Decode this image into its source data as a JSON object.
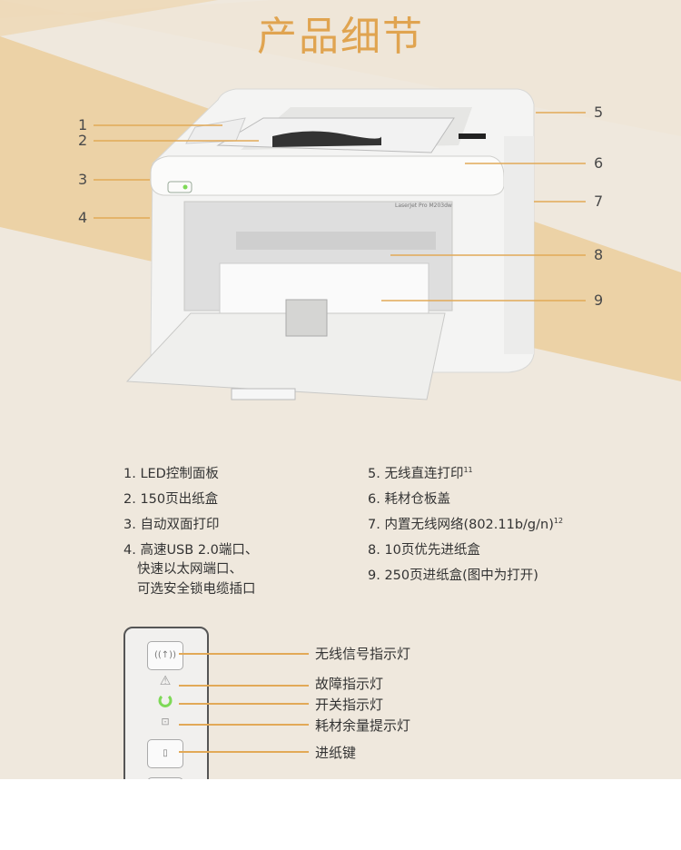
{
  "title": "产品细节",
  "printer": {
    "model_label": "LaserJet Pro M203dw"
  },
  "callout_numbers": [
    "1",
    "2",
    "3",
    "4",
    "5",
    "6",
    "7",
    "8",
    "9"
  ],
  "features_left": [
    {
      "text": "1. LED控制面板"
    },
    {
      "text": "2. 150页出纸盒"
    },
    {
      "text": "3. 自动双面打印"
    },
    {
      "text": "4. 高速USB 2.0端口、",
      "cont": [
        "快速以太网端口、",
        "可选安全锁电缆插口"
      ]
    }
  ],
  "features_right": [
    {
      "text": "5. 无线直连打印",
      "sup": "11"
    },
    {
      "text": "6. 耗材仓板盖"
    },
    {
      "text": "7. 内置无线网络(802.11b/g/n)",
      "sup": "12"
    },
    {
      "text": "8. 10页优先进纸盒"
    },
    {
      "text": "9. 250页进纸盒(图中为打开)"
    }
  ],
  "control_panel": [
    {
      "icon": "wireless-icon",
      "label": "无线信号指示灯"
    },
    {
      "icon": "warning-icon",
      "label": "故障指示灯"
    },
    {
      "icon": "power-icon",
      "label": "开关指示灯"
    },
    {
      "icon": "supplies-icon",
      "label": "耗材余量提示灯"
    },
    {
      "icon": "paper-feed-icon",
      "label": "进纸键"
    }
  ],
  "colors": {
    "accent": "#e0a450",
    "callout_line": "#e2a957",
    "band": "#ecd2a6",
    "background": "#efe8dd",
    "power_led": "#7ed957"
  }
}
